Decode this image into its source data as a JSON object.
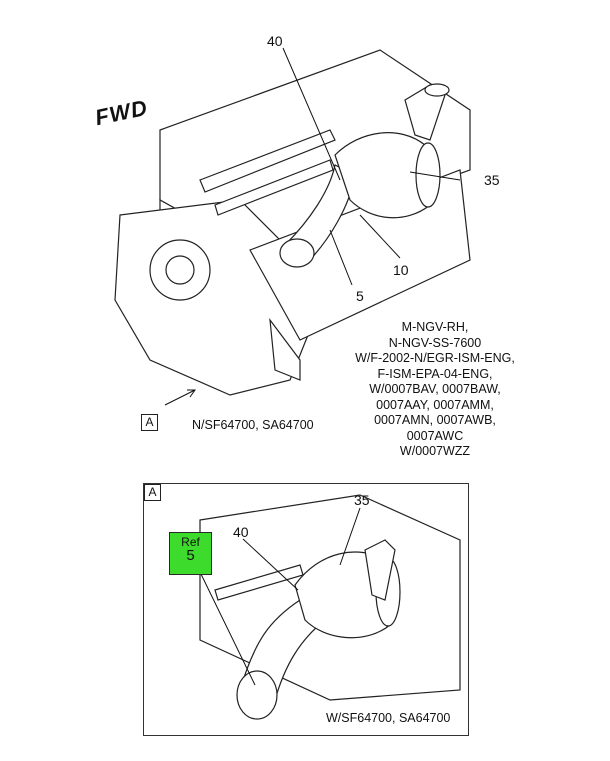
{
  "main_view": {
    "fwd_label": "FWD",
    "callouts": {
      "c40": "40",
      "c35": "35",
      "c10": "10",
      "c5": "5"
    },
    "view_ref": "A",
    "serial_note": "N/SF64700, SA64700",
    "applicability": [
      "M-NGV-RH,",
      "N-NGV-SS-7600",
      "W/F-2002-N/EGR-ISM-ENG,",
      "F-ISM-EPA-04-ENG,",
      "W/0007BAV, 0007BAW,",
      "0007AAY, 0007AMM,",
      "0007AMN, 0007AWB,",
      "0007AWC",
      "W/0007WZZ"
    ]
  },
  "detail_view": {
    "label": "A",
    "callouts": {
      "c40": "40",
      "c35": "35"
    },
    "ref_tag": {
      "label": "Ref",
      "number": "5",
      "color": "#3ddc2c"
    },
    "serial_note": "W/SF64700, SA64700"
  }
}
